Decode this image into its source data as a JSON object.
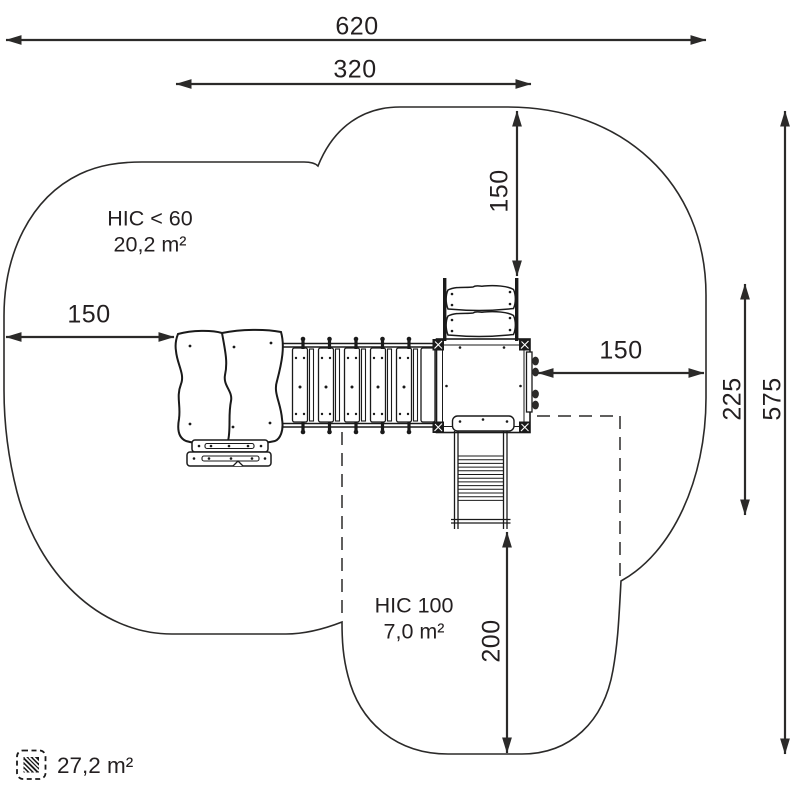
{
  "diagram": {
    "title_hint": "playground-equipment-safety-area-plan",
    "colors": {
      "line": "#2b2a29",
      "fill_black": "#1a1a1a",
      "background": "#ffffff",
      "text": "#231f20"
    },
    "dims": {
      "d620": "620",
      "d320": "320",
      "d150_left": "150",
      "d150_top": "150",
      "d150_right": "150",
      "d225": "225",
      "d575": "575",
      "d200": "200"
    },
    "zones": {
      "hic60": {
        "title": "HIC < 60",
        "area": "20,2 m²"
      },
      "hic100": {
        "title": "HIC 100",
        "area": "7,0 m²"
      }
    },
    "legend": {
      "icon": "hatched-area-icon",
      "total_area": "27,2 m²"
    },
    "equipment_parts": [
      "climbing-boulder",
      "boulder-base-steps",
      "rope-plank-bridge",
      "square-platform",
      "curved-climber-panel",
      "side-climbing-ladder",
      "stair-slide-ramp"
    ]
  }
}
